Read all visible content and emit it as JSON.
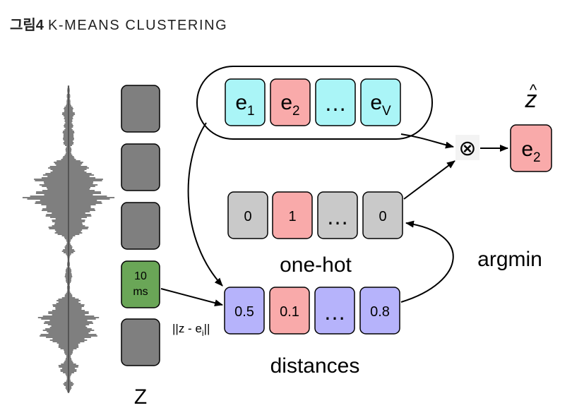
{
  "figure": {
    "label": "그림4",
    "title": "K-MEANS CLUSTERING"
  },
  "colors": {
    "codebook_fill": "#aaf5f7",
    "selected_fill": "#f9aaaa",
    "onehot_gray": "#c9c9c9",
    "distance_fill": "#b6b3fb",
    "frame_gray": "#7f7f7f",
    "frame_green": "#6aa657",
    "stroke": "#000000",
    "waveform": "#555555"
  },
  "frames": {
    "active_label_line1": "10",
    "active_label_line2": "ms",
    "axis_label": "Z"
  },
  "codebook": {
    "items": [
      {
        "base": "e",
        "sub": "1"
      },
      {
        "base": "e",
        "sub": "2"
      },
      {
        "base": "…",
        "sub": ""
      },
      {
        "base": "e",
        "sub": "V"
      }
    ]
  },
  "onehot": {
    "values": [
      "0",
      "1",
      "…",
      "0"
    ],
    "label": "one-hot"
  },
  "distances": {
    "values": [
      "0.5",
      "0.1",
      "…",
      "0.8"
    ],
    "label": "distances",
    "formula_main": "||z - e",
    "formula_sub": "i",
    "formula_end": "||"
  },
  "argmin_label": "argmin",
  "otimes": "⊗",
  "output": {
    "label_base": "z",
    "label_hat": "^",
    "base": "e",
    "sub": "2"
  }
}
